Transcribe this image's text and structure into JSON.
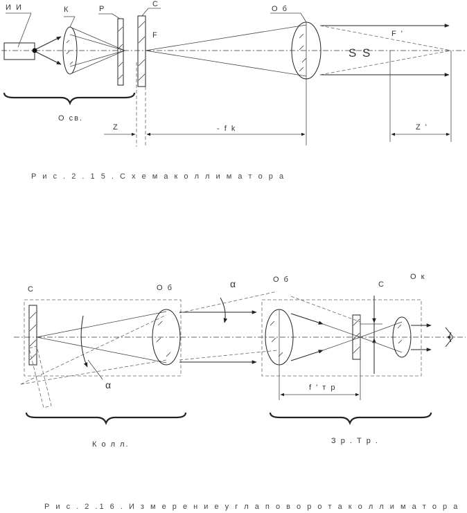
{
  "figure1": {
    "source_label": "И И",
    "condenser_label": "К",
    "filter_label": "Р",
    "plate_label": "С",
    "focus_label": "F",
    "objective_label": "О б",
    "focus_prime_label": "F '",
    "ss_label": "S S",
    "illuminator_label": "О св.",
    "z_label": "Z",
    "fk_label": "- f k",
    "z_prime_label": "Z '",
    "caption": "Р и с .  2 .  1 5 .  С х е м а  к о л л и м а т о р а"
  },
  "figure2": {
    "plate_label": "С",
    "objective_left_label": "О б",
    "alpha_top_label": "α",
    "objective_right_label": "О б",
    "plate_right_label": "С",
    "eyepiece_label": "О к",
    "alpha_bottom_label": "α",
    "ftr_label": "f ' т р",
    "collimator_label": "К о л л.",
    "telescope_label": "З р .  Т р .",
    "caption": "Р и с .  2 .1 6 .  И з м е р е н и е  у г л а  п о в о р о т а  к о л л и м а т о р а"
  }
}
